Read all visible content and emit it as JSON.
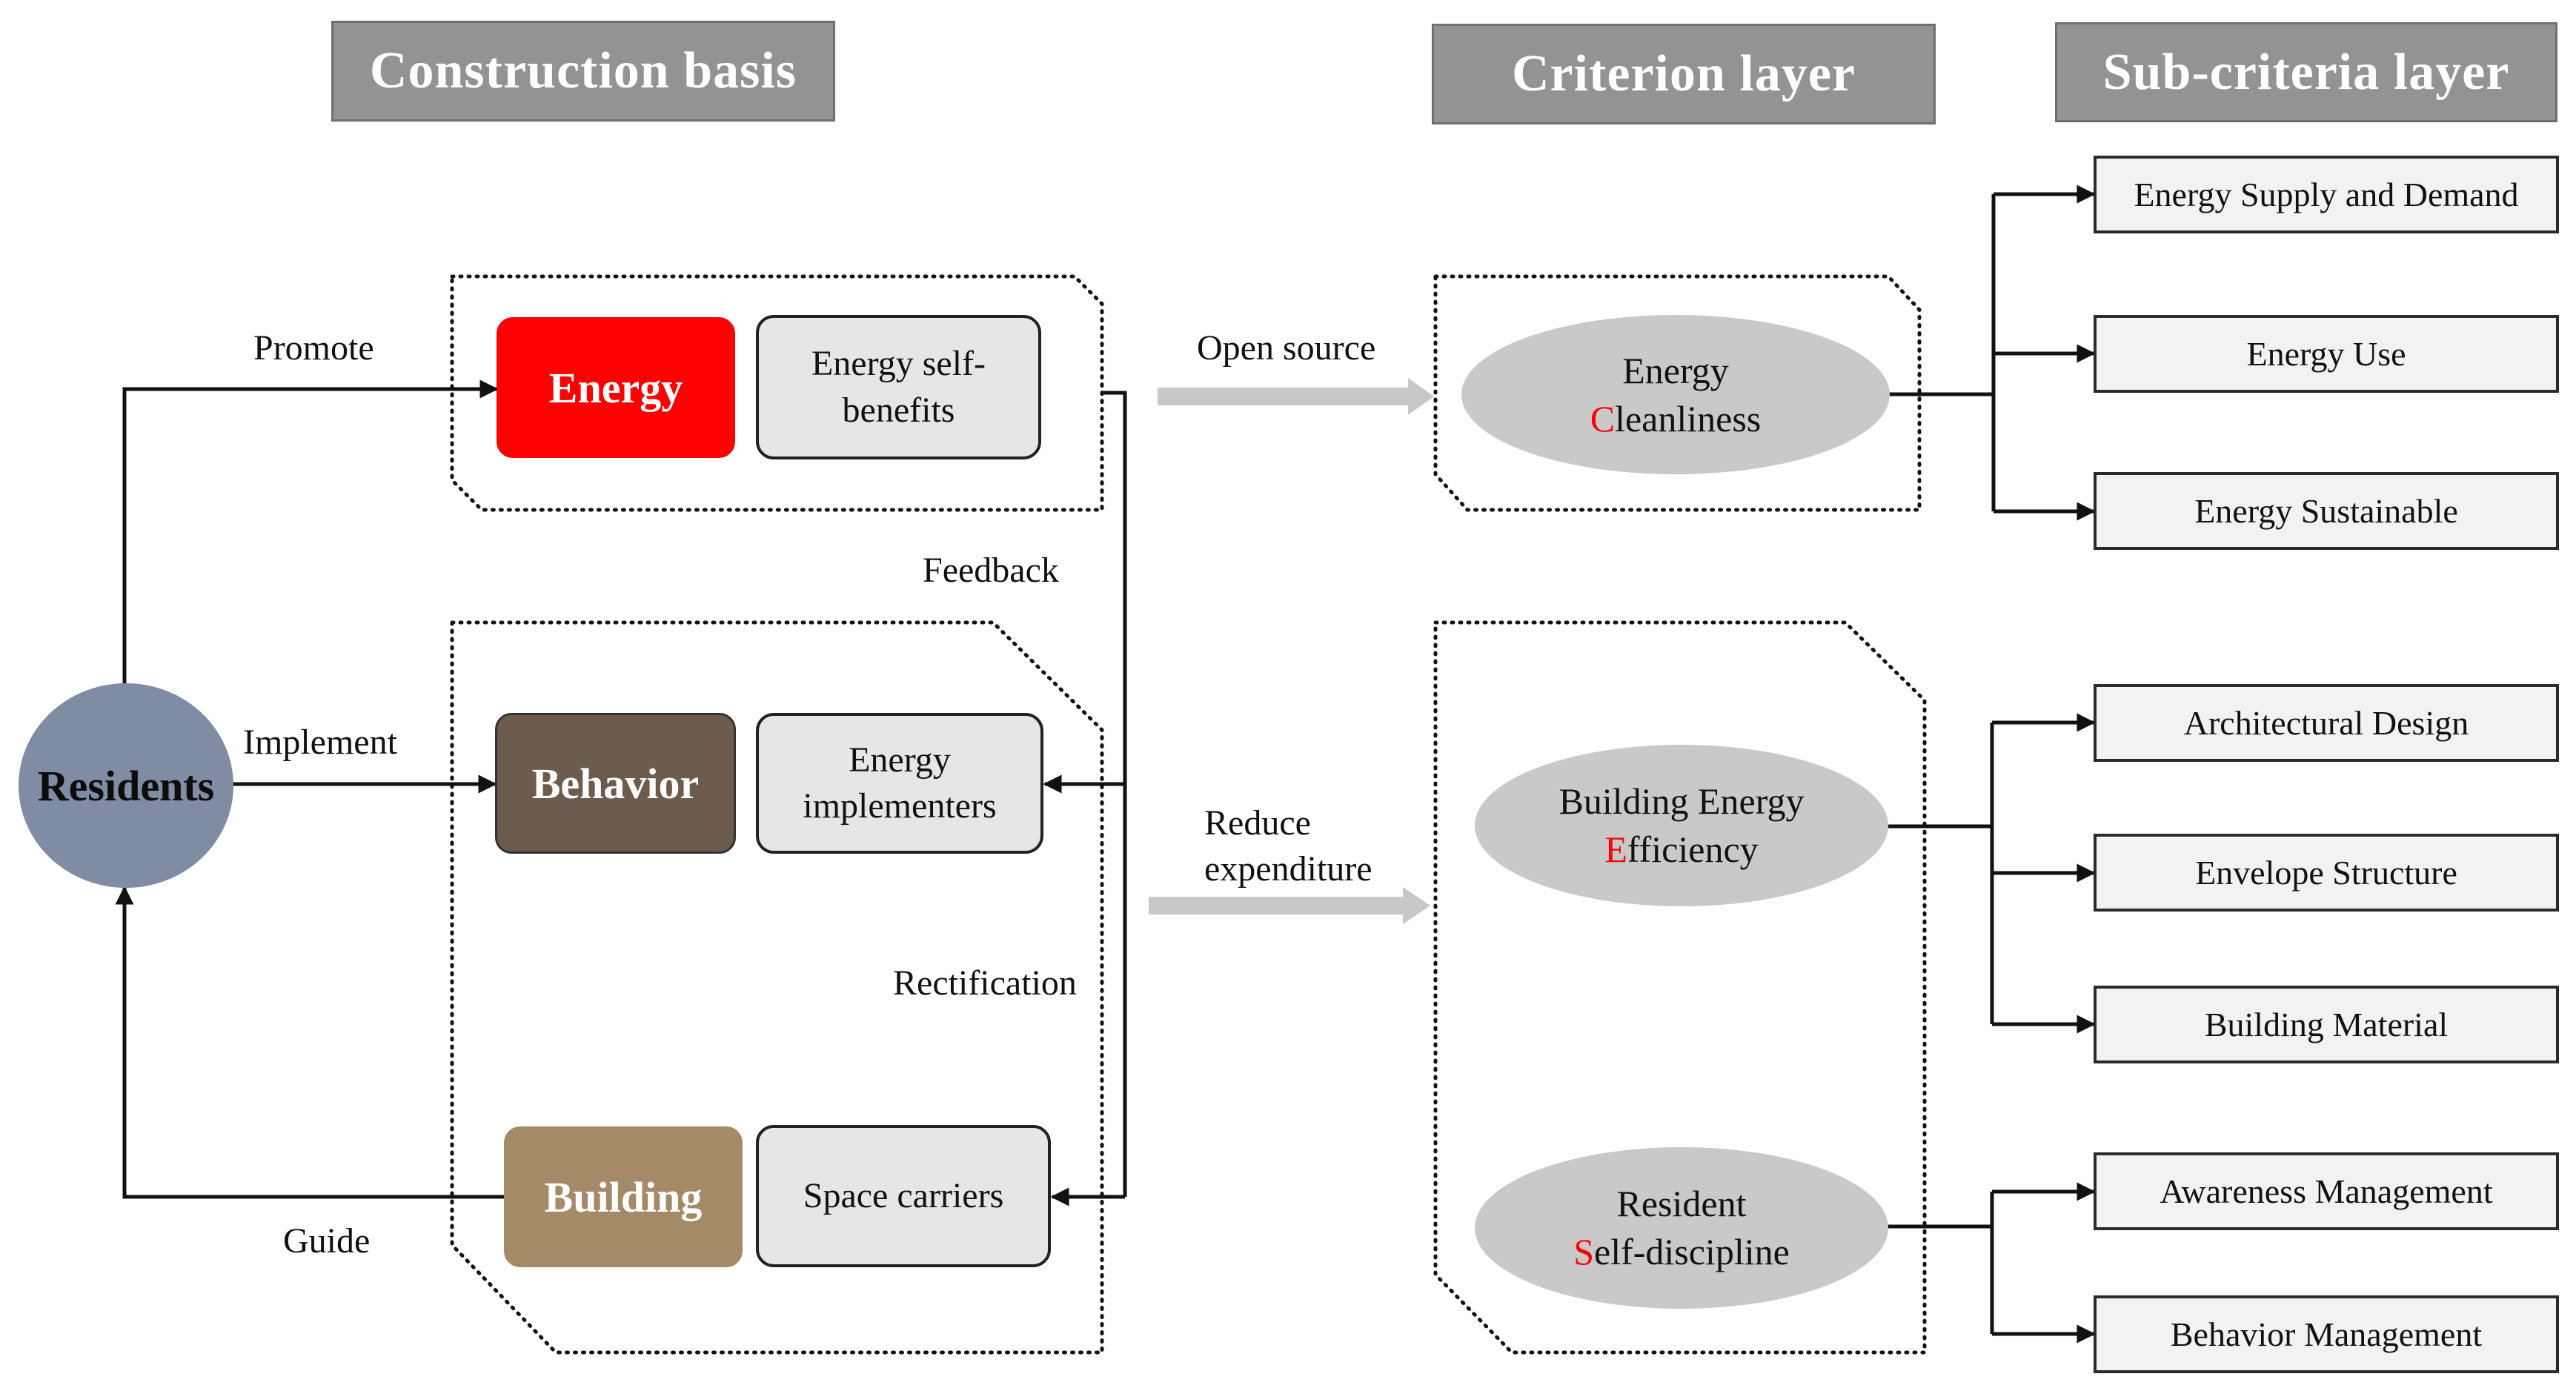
{
  "headers": {
    "construction_basis": "Construction basis",
    "criterion_layer": "Criterion layer",
    "sub_criteria_layer": "Sub-criteria layer"
  },
  "residents": "Residents",
  "basis": {
    "energy": {
      "label": "Energy",
      "role": "Energy self-\nbenefits",
      "color": "#ff0000"
    },
    "behavior": {
      "label": "Behavior",
      "role": "Energy\nimplementers",
      "color": "#6d5c4d"
    },
    "building": {
      "label": "Building",
      "role": "Space carriers",
      "color": "#a58a67"
    }
  },
  "edge_labels": {
    "promote": "Promote",
    "implement": "Implement",
    "guide": "Guide",
    "feedback": "Feedback",
    "rectification": "Rectification",
    "open_source": "Open source",
    "reduce_expenditure": "Reduce\nexpenditure"
  },
  "criteria": {
    "energy_cleanliness": {
      "line1": "Energy",
      "cap": "C",
      "rest": "leanliness"
    },
    "building_energy_efficiency": {
      "line1": "Building Energy",
      "cap": "E",
      "rest": "fficiency"
    },
    "resident_self_discipline": {
      "line1": "Resident",
      "cap": "S",
      "rest": "elf-discipline"
    }
  },
  "sub_criteria": {
    "energy_supply_demand": "Energy Supply and Demand",
    "energy_use": "Energy Use",
    "energy_sustainable": "Energy Sustainable",
    "architectural_design": "Architectural Design",
    "envelope_structure": "Envelope Structure",
    "building_material": "Building Material",
    "awareness_management": "Awareness Management",
    "behavior_management": "Behavior Management"
  },
  "colors": {
    "header_fill": "#939393",
    "ellipse_fill": "#c9c9c9",
    "residents_fill": "#7f8ca3",
    "highlight_letter": "#ff0000",
    "grey_arrow": "#c8c8c8"
  }
}
